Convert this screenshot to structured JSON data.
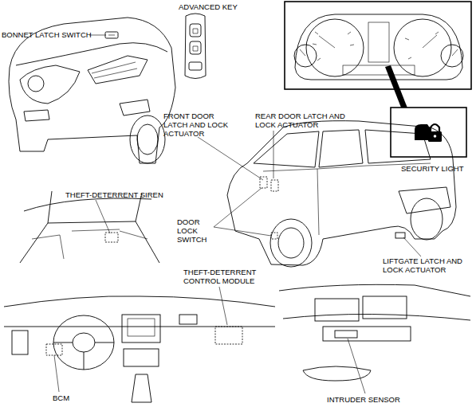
{
  "diagram": {
    "labels": [
      "ADVANCED KEY",
      "BONNET LATCH SWITCH",
      "FRONT DOOR LATCH AND LOCK ACTUATOR",
      "REAR DOOR LATCH AND LOCK ACTUATOR",
      "SECURITY LIGHT",
      "THEFT-DETERRENT SIREN",
      "DOOR LOCK SWITCH",
      "LIFTGATE LATCH AND LOCK ACTUATOR",
      "THEFT-DETERRENT CONTROL MODULE",
      "BCM",
      "INTRUDER SENSOR"
    ]
  }
}
